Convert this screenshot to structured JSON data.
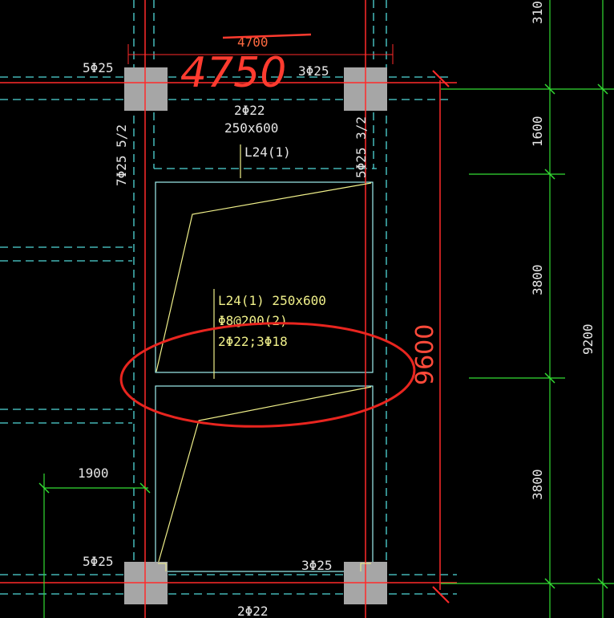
{
  "labels": {
    "tl_rebar": "5Φ25",
    "tr_rebar": "3Φ25",
    "bl_rebar": "5Φ25",
    "br_rebar": "3Φ25",
    "top_dim": "4700",
    "handwritten_top": "4750",
    "handwritten_right": "9600",
    "beam_top_rebar": "2Φ22",
    "beam_top_size": "250x600",
    "beam_top_tag": "L24(1)",
    "left_vertical": "7Φ25 5/2",
    "right_vertical": "5Φ25 3/2",
    "mid_line1": "L24(1) 250x600",
    "mid_line2": "Φ8@200(2)",
    "mid_line3": "2Φ22;3Φ18",
    "dim_1900": "1900",
    "dim_1600": "1600",
    "dim_3800_a": "3800",
    "dim_3800_b": "3800",
    "dim_9200": "9200",
    "dim_310": "310",
    "bottom_rebar": "2Φ22"
  },
  "colors": {
    "background": "#000000",
    "grid_red": "#ff2a2a",
    "dashed_cyan": "#4fd8d8",
    "solid_cyan": "#9ff0f0",
    "dim_green": "#33dd33",
    "rebar_yellow": "#f0f08a",
    "column_grey": "#a6a6a6",
    "annotation_red": "#ff3b2f"
  }
}
